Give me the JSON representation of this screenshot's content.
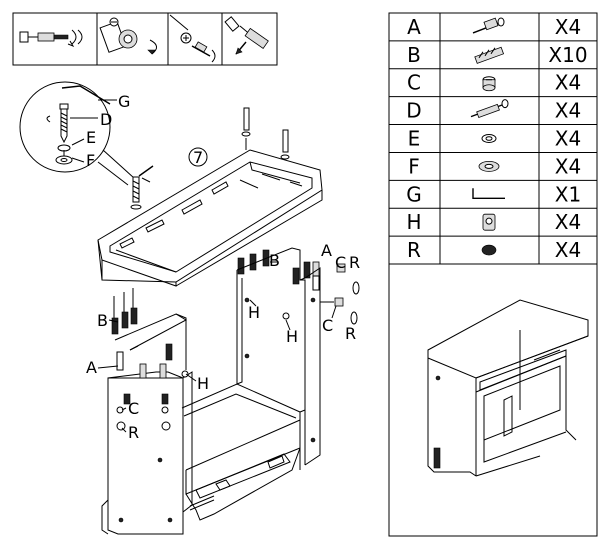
{
  "callouts": {
    "g": "G",
    "d": "D",
    "e": "E",
    "f": "F",
    "panel_number": "7",
    "a_right": "A",
    "c_right": "C",
    "r_right": "R",
    "b_mid": "B",
    "h_mid": "H",
    "h_right": "H",
    "c_right2": "C",
    "r_right2": "R",
    "b_left": "B",
    "a_left": "A",
    "h_left": "H",
    "c_left": "C",
    "r_left": "R"
  },
  "parts": [
    {
      "letter": "A",
      "qty": "X4",
      "icon": "cam-bolt-icon"
    },
    {
      "letter": "B",
      "qty": "X10",
      "icon": "wood-dowel-icon"
    },
    {
      "letter": "C",
      "qty": "X4",
      "icon": "cam-lock-icon"
    },
    {
      "letter": "D",
      "qty": "X4",
      "icon": "long-screw-icon"
    },
    {
      "letter": "E",
      "qty": "X4",
      "icon": "lock-washer-icon"
    },
    {
      "letter": "F",
      "qty": "X4",
      "icon": "flat-washer-icon"
    },
    {
      "letter": "G",
      "qty": "X1",
      "icon": "allen-key-icon"
    },
    {
      "letter": "H",
      "qty": "X4",
      "icon": "barrel-nut-icon"
    },
    {
      "letter": "R",
      "qty": "X4",
      "icon": "cover-cap-icon"
    }
  ]
}
